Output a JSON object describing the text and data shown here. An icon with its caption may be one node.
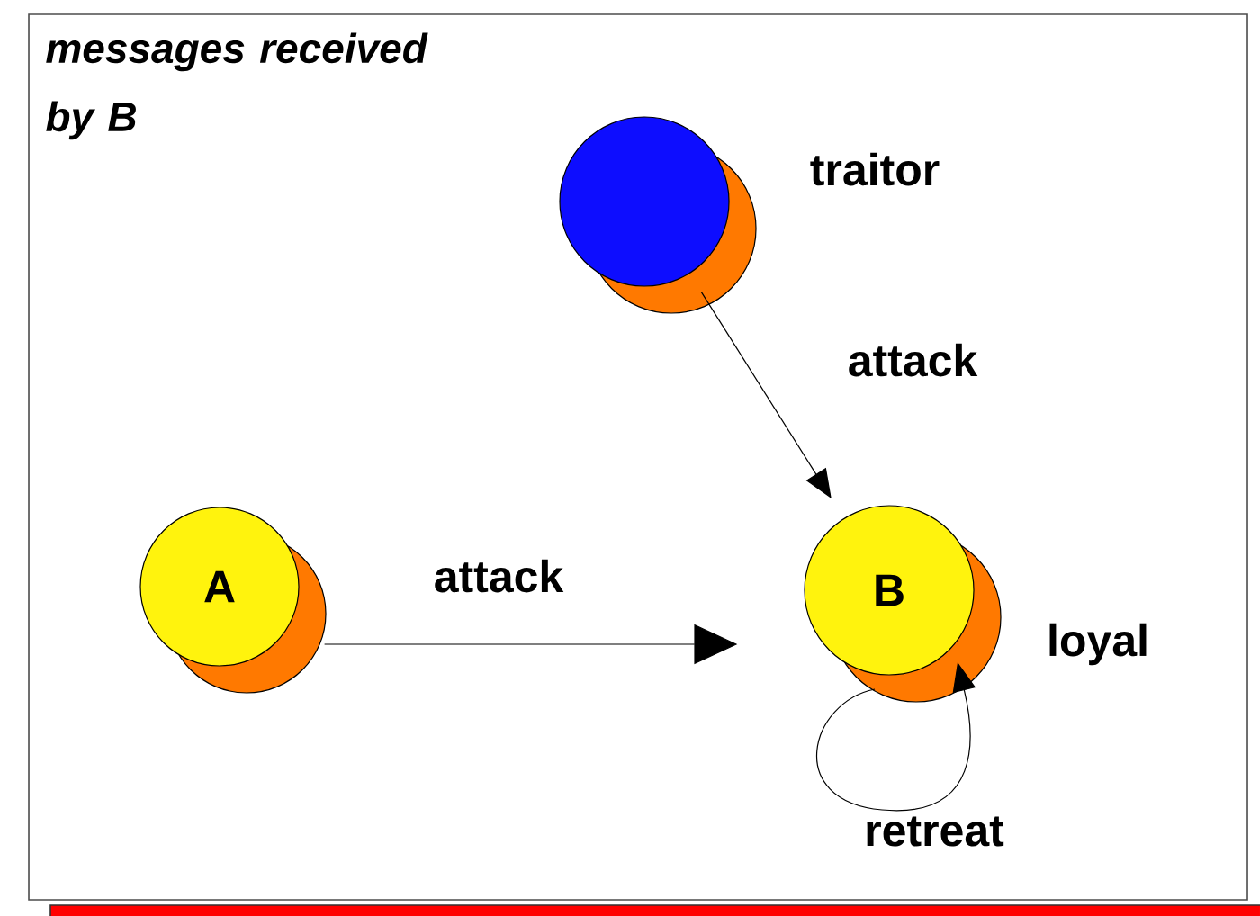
{
  "diagram": {
    "title": "messages received by B",
    "nodes": [
      {
        "text": [],
        "shape": "circle",
        "beside": [
          "traitor"
        ]
      },
      {
        "text": [
          "A"
        ]
      },
      {
        "text": [
          "B"
        ],
        "beside": [
          "loyal"
        ]
      }
    ],
    "edges": [
      {
        "from": 0,
        "to": 2,
        "arrow": "to",
        "label": "attack"
      },
      {
        "from": 1,
        "to": 2,
        "arrow": "to",
        "label": "attack"
      },
      {
        "from": 2,
        "to": 2,
        "arrow": "to",
        "label": "retreat"
      }
    ]
  }
}
